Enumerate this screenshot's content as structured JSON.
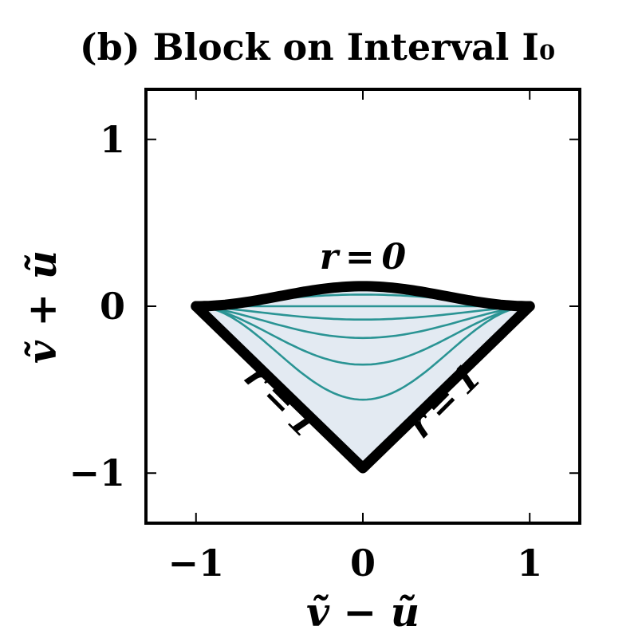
{
  "chart_data": {
    "type": "line",
    "title": "(b) Block on Interval I₀",
    "xlabel": "ṽ − ũ",
    "ylabel": "ṽ + ũ",
    "xlim": [
      -1.3,
      1.3
    ],
    "ylim": [
      -1.3,
      1.3
    ],
    "xticks": [
      -1,
      0,
      1
    ],
    "yticks": [
      -1,
      0,
      1
    ],
    "xtick_labels": [
      "−1",
      "0",
      "1"
    ],
    "ytick_labels": [
      "−1",
      "0",
      "1"
    ],
    "grid": false,
    "colors": {
      "boundary": "#000000",
      "fill": "#e3eaf2",
      "contour": "#2a9494"
    },
    "boundary": {
      "top_apex": [
        0,
        0.12
      ],
      "left_corner": [
        -1,
        0
      ],
      "right_corner": [
        1,
        0
      ],
      "bottom_vertex": [
        0,
        -0.97
      ]
    },
    "contour_minima": [
      0.07,
      0.0,
      -0.08,
      -0.19,
      -0.35,
      -0.56
    ],
    "annotations": [
      {
        "text": "r = 0",
        "x": 0,
        "y": 0.28,
        "rotation": 0
      },
      {
        "text": "r = 1",
        "x": -0.5,
        "y": -0.58,
        "rotation": 45
      },
      {
        "text": "r = 1",
        "x": 0.5,
        "y": -0.58,
        "rotation": -45
      }
    ]
  }
}
